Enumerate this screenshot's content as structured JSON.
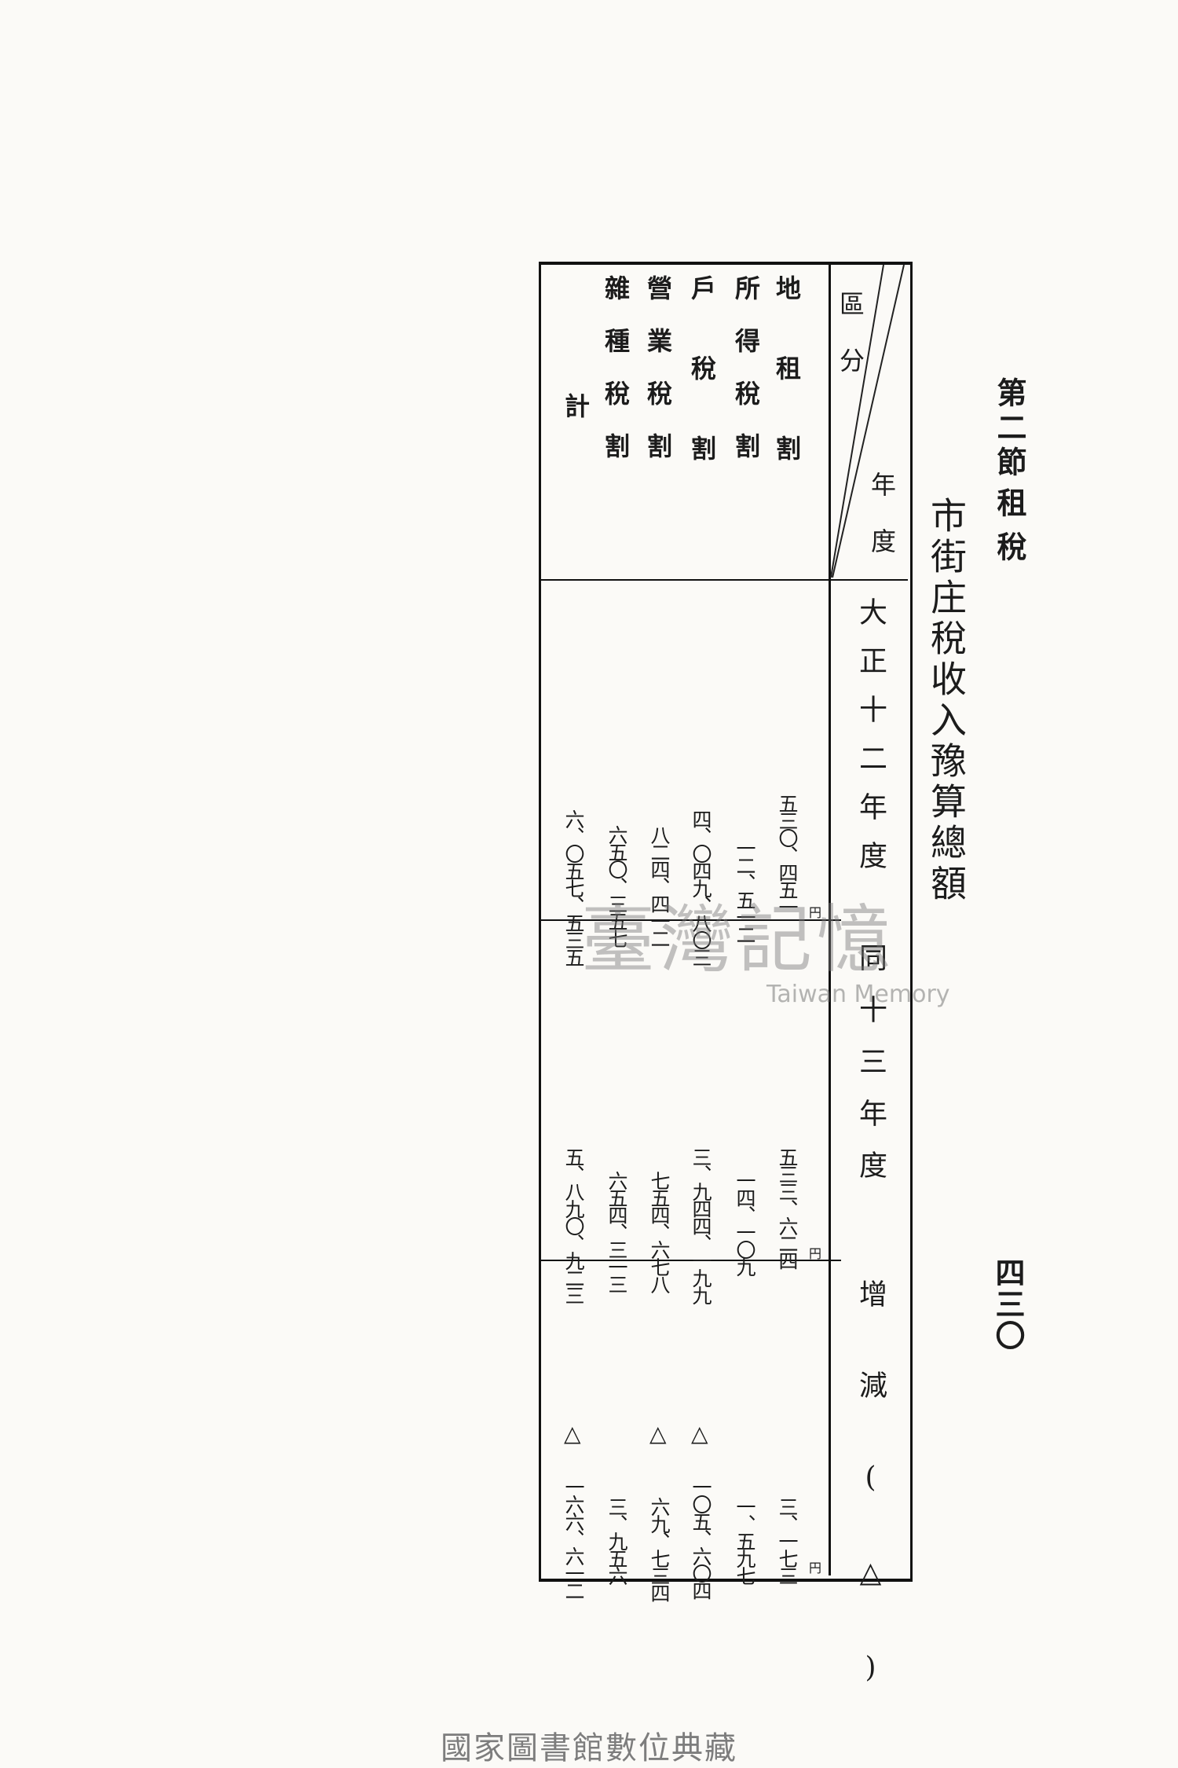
{
  "header": {
    "section_label": "第二節",
    "section_title": "租稅",
    "page_number": "四三〇"
  },
  "table": {
    "caption": "市街庄稅收入豫算總額",
    "corner": {
      "row_axis": "區分",
      "col_axis": "年度"
    },
    "columns": {
      "year_1": "大正十二年度",
      "year_2": "同十三年度",
      "change": "增減(△)"
    },
    "currency_unit": "円",
    "decrease_mark": "△",
    "rows": [
      {
        "label": "地租割",
        "year_1": "五三〇、四五一",
        "year_2": "五三三、六二四",
        "change": "三、一七三",
        "decrease": false
      },
      {
        "label": "所得稅割",
        "year_1": "一二、五一二",
        "year_2": "一四、一〇九",
        "change": "一、五九七",
        "decrease": false
      },
      {
        "label": "戶稅割",
        "year_1": "四、〇四九、八〇三",
        "year_2": "三、九四四、一九九",
        "change": "一〇五、六〇四",
        "decrease": true
      },
      {
        "label": "營業稅割",
        "year_1": "八二四、四一二",
        "year_2": "七五四、六七八",
        "change": "六九、七三四",
        "decrease": true
      },
      {
        "label": "雜種稅割",
        "year_1": "六五〇、三五七",
        "year_2": "六五四、三一三",
        "change": "三、九五六",
        "decrease": false
      },
      {
        "label": "計",
        "year_1": "六、〇五七、五三五",
        "year_2": "五、八九〇、九二三",
        "change": "一六六、六一二",
        "decrease": true
      }
    ]
  },
  "watermark": {
    "text": "臺灣記憶",
    "subtext": "Taiwan Memory"
  },
  "footer": {
    "text": "國家圖書館數位典藏"
  }
}
